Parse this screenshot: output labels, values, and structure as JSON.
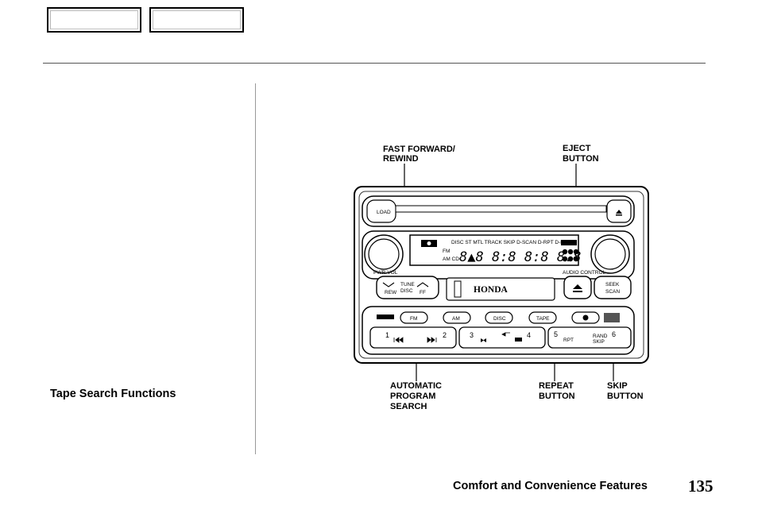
{
  "header": {
    "nav_prev_label": "",
    "nav_next_label": ""
  },
  "sidebar": {
    "section_title": "Tape Search Functions"
  },
  "figure": {
    "callouts": {
      "ff_rewind": [
        "FAST FORWARD/",
        "REWIND"
      ],
      "eject": [
        "EJECT",
        "BUTTON"
      ],
      "aps": [
        "AUTOMATIC",
        "PROGRAM",
        "SEARCH"
      ],
      "repeat": [
        "REPEAT",
        "BUTTON"
      ],
      "skip": [
        "SKIP",
        "BUTTON"
      ]
    },
    "radio": {
      "load": "LOAD",
      "brand": "HONDA",
      "pwr_vol": "PWR-VOL",
      "audio_control": "AUDIO CONTROL",
      "rew": "REW",
      "tune_disc": "TUNE",
      "disc_small": "DISC",
      "ff": "FF",
      "seek": "SEEK",
      "scan": "SCAN",
      "display_top": "DISC ST MTL TRACK SKIP D-SCAN D-RPT D-RAND",
      "fm": "FM",
      "am": "AM",
      "disc": "DISC",
      "tape": "TAPE",
      "preset1": "1",
      "preset2": "2",
      "preset3": "3",
      "preset4": "4",
      "preset5": "5",
      "preset6": "6",
      "rpt": "RPT",
      "rand": "RAND",
      "skip": "SKIP"
    }
  },
  "footer": {
    "chapter_title": "Comfort and Convenience Features",
    "page_number": "135"
  }
}
